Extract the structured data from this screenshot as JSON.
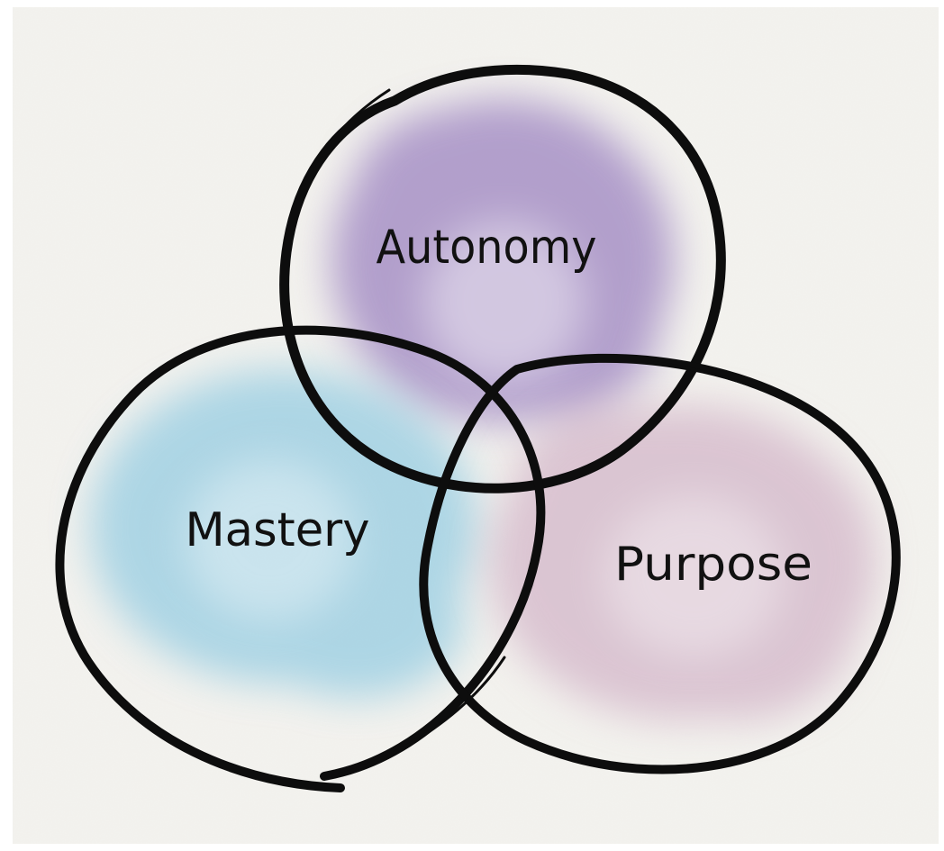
{
  "diagram": {
    "type": "venn",
    "background_color": "#f3f2ee",
    "stroke_color": "#0d0d0d",
    "circles": [
      {
        "id": "autonomy",
        "label": "Autonomy",
        "fill_color": "#9a80bf"
      },
      {
        "id": "mastery",
        "label": "Mastery",
        "fill_color": "#7cc2df"
      },
      {
        "id": "purpose",
        "label": "Purpose",
        "fill_color": "#c9a3bd"
      }
    ]
  }
}
